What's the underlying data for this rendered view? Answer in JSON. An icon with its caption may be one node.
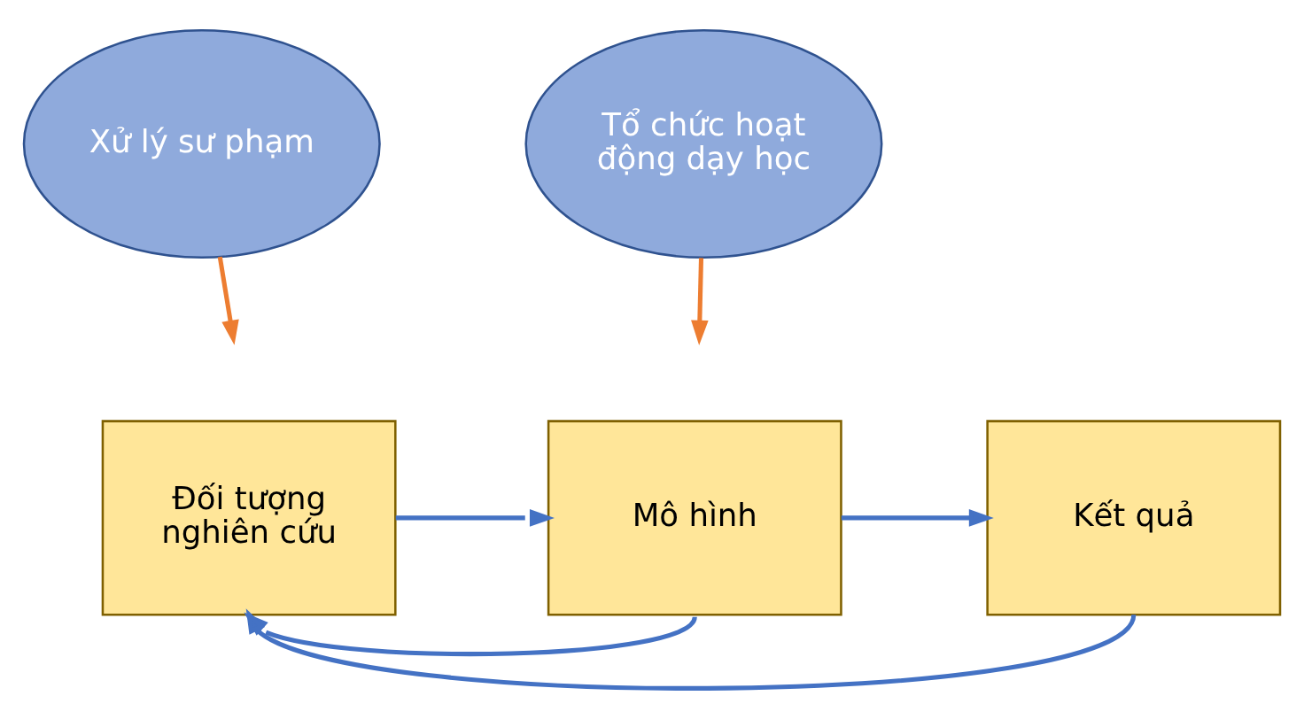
{
  "diagram": {
    "nodes": [
      {
        "text": [
          "Xử lý sư phạm"
        ]
      },
      {
        "text": [
          "Tổ chức hoạt động dạy học"
        ]
      },
      {
        "text": [
          "Đối tượng nghiên cứu"
        ]
      },
      {
        "text": [
          "Mô hình"
        ]
      },
      {
        "text": [
          "Kết quả"
        ]
      }
    ],
    "edges": [
      {
        "from": 0,
        "to": null,
        "arrow": "to",
        "color": "#ed7d31"
      },
      {
        "from": 1,
        "to": null,
        "arrow": "to",
        "color": "#ed7d31"
      },
      {
        "from": 2,
        "to": 3,
        "arrow": "to"
      },
      {
        "from": 3,
        "to": 4,
        "arrow": "to"
      },
      {
        "from": 3,
        "to": 2,
        "arrow": "to"
      },
      {
        "from": 4,
        "to": 2,
        "arrow": "to"
      }
    ]
  }
}
